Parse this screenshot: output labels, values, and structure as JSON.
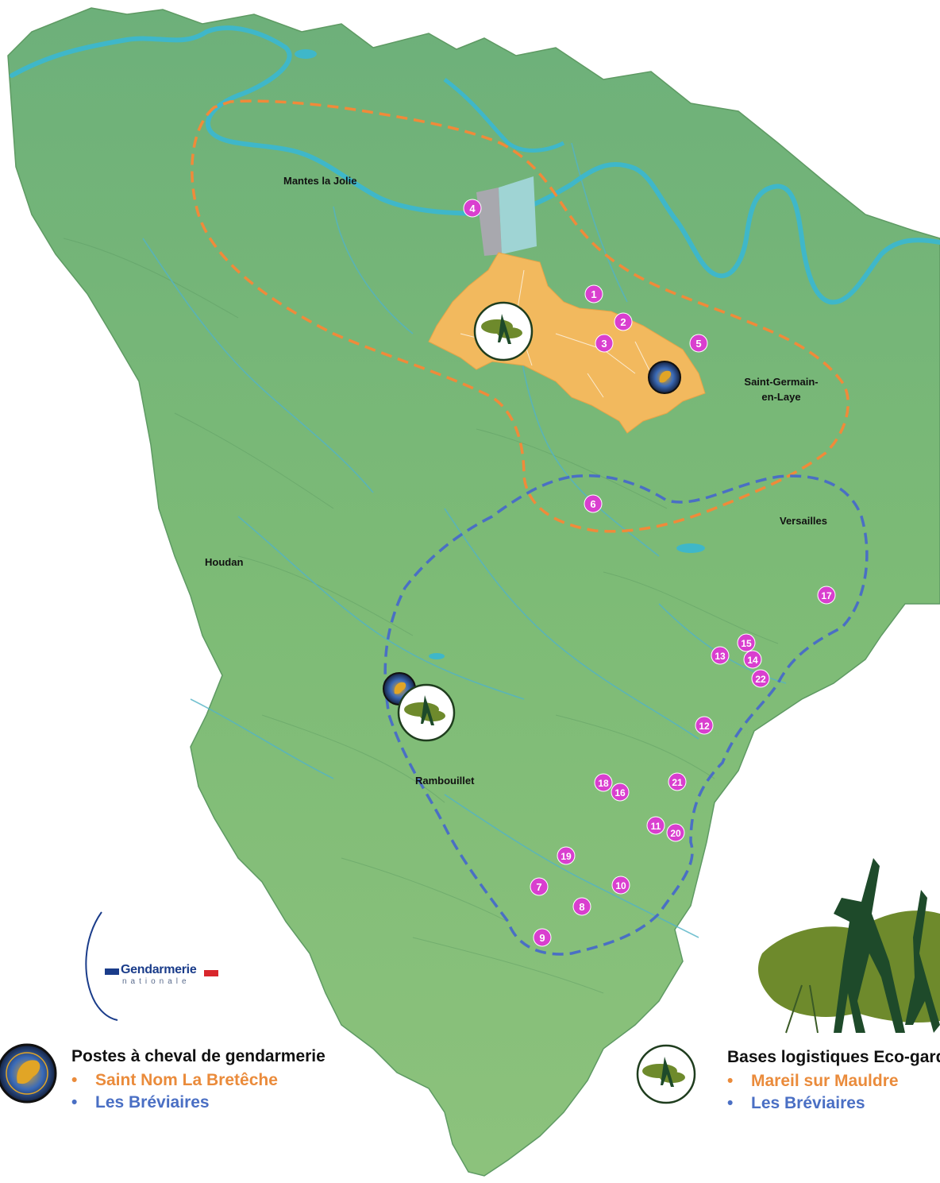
{
  "colors": {
    "terrain": "#7fbb7a",
    "water": "#3fb7c9",
    "zone_orange": "#f08a3a",
    "zone_blue": "#4a6fc4",
    "urban": "#f2b95e",
    "marker": "#d93fcf",
    "legend_orange": "#ea8b3b",
    "legend_blue": "#4a6fc4",
    "ecogarde_logo": "#6e8a2c"
  },
  "towns": [
    {
      "id": "mantes",
      "label": "Mantes la Jolie"
    },
    {
      "id": "saint-germain",
      "label_line1": "Saint-Germain-",
      "label_line2": "en-Laye"
    },
    {
      "id": "versailles",
      "label": "Versailles"
    },
    {
      "id": "houdan",
      "label": "Houdan"
    },
    {
      "id": "rambouillet",
      "label": "Rambouillet"
    }
  ],
  "markers": [
    "1",
    "2",
    "3",
    "4",
    "5",
    "6",
    "7",
    "8",
    "9",
    "10",
    "11",
    "12",
    "13",
    "14",
    "15",
    "16",
    "17",
    "18",
    "19",
    "20",
    "21",
    "22"
  ],
  "logo_gendarmerie": {
    "line1": "Gendarmerie",
    "line2": "nationale"
  },
  "legend_left": {
    "icon": "horse-emblem-icon",
    "title": "Postes à cheval de gendarmerie",
    "items": [
      "Saint Nom La Bretêche",
      "Les Bréviaires"
    ]
  },
  "legend_right": {
    "icon": "ecogarde-tree-icon",
    "title": "Bases logistiques Eco-gardes",
    "items": [
      "Mareil sur Mauldre",
      "Les Bréviaires"
    ]
  }
}
